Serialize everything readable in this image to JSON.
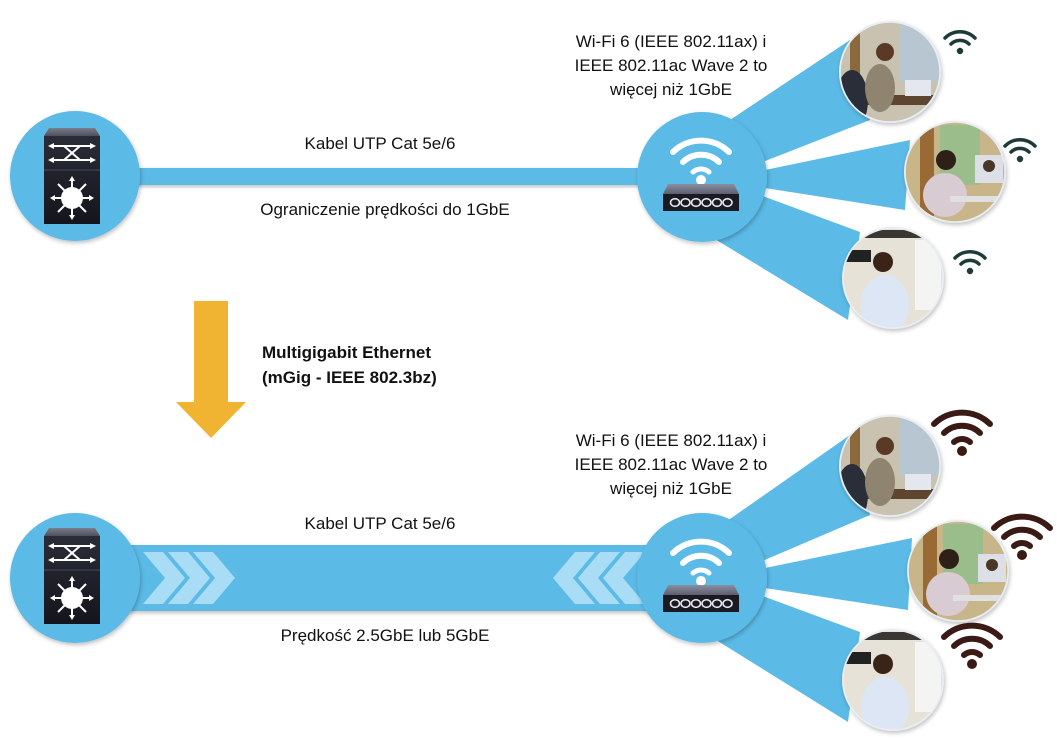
{
  "colors": {
    "accent_blue": "#5bbae6",
    "chevron_light": "#a9dcf5",
    "arrow_gold": "#f0b432",
    "device_dark": "#1c1d26",
    "device_top": "#5a5d6c",
    "wifi_small": "#1e3b3a",
    "wifi_large": "#3a1a14",
    "text": "#111111"
  },
  "top_section": {
    "wifi_description": [
      "Wi-Fi 6 (IEEE 802.11ax) i",
      "IEEE 802.11ac Wave 2 to",
      "więcej niż 1GbE"
    ],
    "cable_label": "Kabel UTP Cat 5e/6",
    "speed_label": "Ograniczenie prędkości do 1GbE",
    "switch_icon": "multilayer-switch-icon",
    "ap_icon": "wireless-access-point-icon",
    "clients": [
      {
        "name": "woman-on-phone-photo",
        "signal": "weak"
      },
      {
        "name": "man-video-call-photo",
        "signal": "weak"
      },
      {
        "name": "man-with-tablet-photo",
        "signal": "weak"
      }
    ]
  },
  "transition": {
    "title": "Multigigabit Ethernet",
    "subtitle": "(mGig - IEEE 802.3bz)",
    "icon": "down-arrow-icon"
  },
  "bottom_section": {
    "wifi_description": [
      "Wi-Fi 6 (IEEE 802.11ax) i",
      "IEEE 802.11ac Wave 2 to",
      "więcej niż 1GbE"
    ],
    "cable_label": "Kabel UTP Cat 5e/6",
    "speed_label": "Prędkość 2.5GbE lub 5GbE",
    "switch_icon": "multilayer-switch-icon",
    "ap_icon": "wireless-access-point-icon",
    "clients": [
      {
        "name": "woman-on-phone-photo",
        "signal": "strong"
      },
      {
        "name": "man-video-call-photo",
        "signal": "strong"
      },
      {
        "name": "man-with-tablet-photo",
        "signal": "strong"
      }
    ]
  }
}
